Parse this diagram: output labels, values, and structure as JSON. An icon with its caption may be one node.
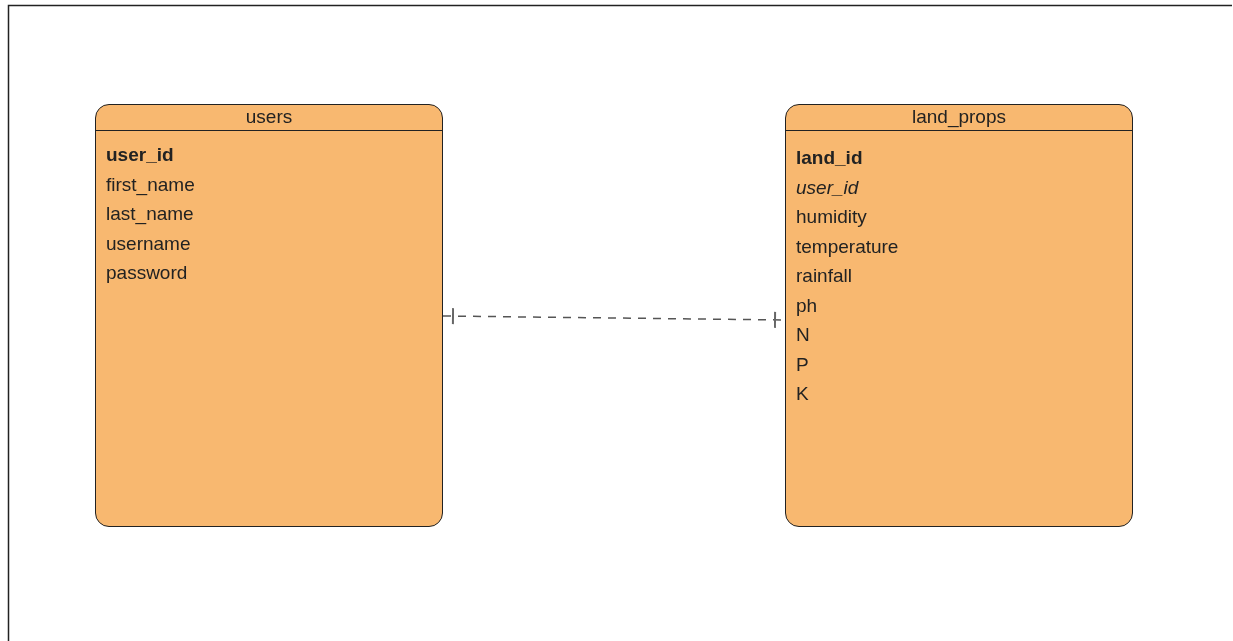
{
  "diagram": {
    "nodes": [
      {
        "text": [
          "users",
          "**user_id**",
          "first_name",
          "last_name",
          "username",
          "password"
        ]
      },
      {
        "text": [
          "land_props",
          "**land_id**",
          "*user_id*",
          "humidity",
          "temperature",
          "rainfall",
          "ph",
          "N",
          "P",
          "K"
        ]
      }
    ],
    "edges": [
      {
        "from": 0,
        "to": 1,
        "arrow": "other",
        "style": "dashed"
      }
    ]
  }
}
